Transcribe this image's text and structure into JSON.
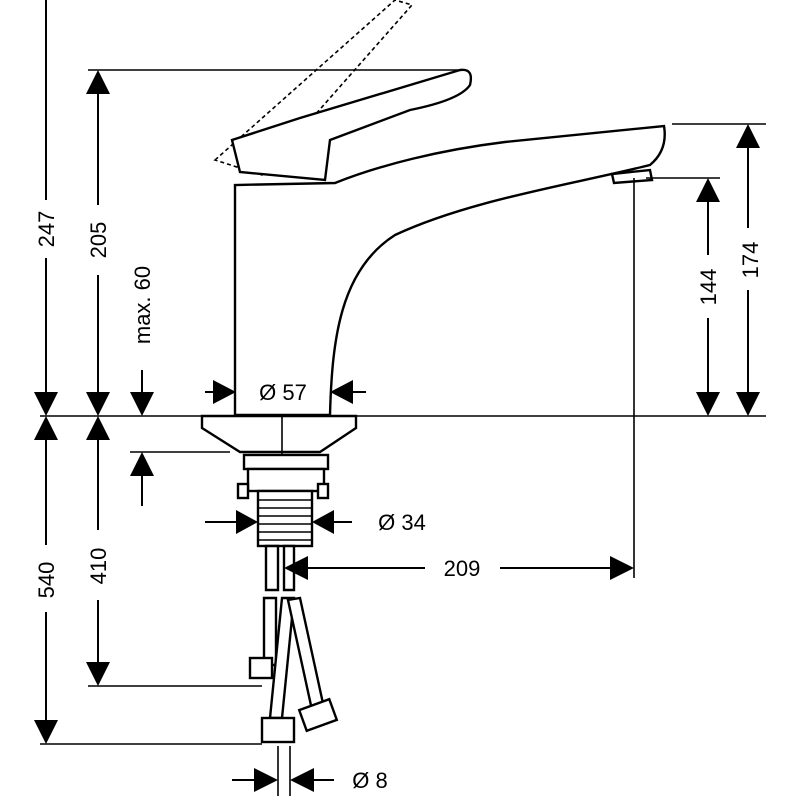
{
  "diagram": {
    "dimensions": {
      "total_height": "247",
      "handle_height": "205",
      "max_deck": "max. 60",
      "spout_top": "174",
      "spout_outlet": "144",
      "base_diameter": "Ø 57",
      "shank_diameter": "Ø 34",
      "spout_reach": "209",
      "hose_410": "410",
      "hose_540": "540",
      "hose_diameter": "Ø 8"
    }
  }
}
